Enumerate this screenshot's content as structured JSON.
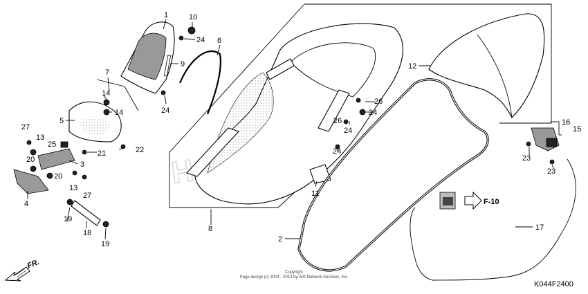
{
  "diagram_code": "K044F2400",
  "copyright_lines": [
    "Copyright",
    "Page design (c) 2004 - 2014 by ARI Network Services, Inc."
  ],
  "direction_label": "FR.",
  "reference_label": "F-10",
  "watermark": "HONDA",
  "callouts": [
    {
      "id": "c1",
      "label": "1"
    },
    {
      "id": "c2",
      "label": "2"
    },
    {
      "id": "c3",
      "label": "3"
    },
    {
      "id": "c4",
      "label": "4"
    },
    {
      "id": "c5",
      "label": "5"
    },
    {
      "id": "c6",
      "label": "6"
    },
    {
      "id": "c7",
      "label": "7"
    },
    {
      "id": "c8",
      "label": "8"
    },
    {
      "id": "c9",
      "label": "9"
    },
    {
      "id": "c10",
      "label": "10"
    },
    {
      "id": "c11",
      "label": "11"
    },
    {
      "id": "c12",
      "label": "12"
    },
    {
      "id": "c13a",
      "label": "13"
    },
    {
      "id": "c13b",
      "label": "13"
    },
    {
      "id": "c14a",
      "label": "14"
    },
    {
      "id": "c14b",
      "label": "14"
    },
    {
      "id": "c15",
      "label": "15"
    },
    {
      "id": "c16",
      "label": "16"
    },
    {
      "id": "c17",
      "label": "17"
    },
    {
      "id": "c18",
      "label": "18"
    },
    {
      "id": "c19a",
      "label": "19"
    },
    {
      "id": "c19b",
      "label": "19"
    },
    {
      "id": "c20a",
      "label": "20"
    },
    {
      "id": "c20b",
      "label": "20"
    },
    {
      "id": "c21",
      "label": "21"
    },
    {
      "id": "c22",
      "label": "22"
    },
    {
      "id": "c23a",
      "label": "23"
    },
    {
      "id": "c23b",
      "label": "23"
    },
    {
      "id": "c24a",
      "label": "24"
    },
    {
      "id": "c24b",
      "label": "24"
    },
    {
      "id": "c24c",
      "label": "24"
    },
    {
      "id": "c24d",
      "label": "24"
    },
    {
      "id": "c24e",
      "label": "24"
    },
    {
      "id": "c25",
      "label": "25"
    },
    {
      "id": "c26a",
      "label": "26"
    },
    {
      "id": "c26b",
      "label": "26"
    },
    {
      "id": "c27a",
      "label": "27"
    },
    {
      "id": "c27b",
      "label": "27"
    }
  ]
}
